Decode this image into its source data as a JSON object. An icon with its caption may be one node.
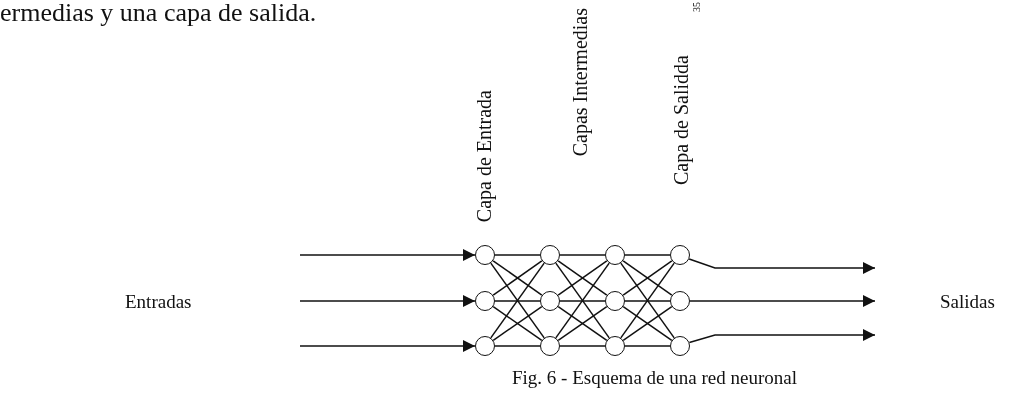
{
  "diagram": {
    "caption": "Fig. 6 - Esquema de una red neuronal",
    "nodes": [
      {
        "text": [],
        "shape": "circle"
      },
      {
        "text": [],
        "shape": "circle"
      },
      {
        "text": [],
        "shape": "circle"
      },
      {
        "text": [],
        "shape": "circle"
      },
      {
        "text": [],
        "shape": "circle"
      },
      {
        "text": [],
        "shape": "circle"
      },
      {
        "text": [],
        "shape": "circle"
      },
      {
        "text": [],
        "shape": "circle"
      },
      {
        "text": [],
        "shape": "circle"
      },
      {
        "text": [],
        "shape": "circle"
      },
      {
        "text": [],
        "shape": "circle"
      },
      {
        "text": [],
        "shape": "circle"
      }
    ],
    "edges": [
      {
        "from": null,
        "to": 0,
        "arrow": "to"
      },
      {
        "from": null,
        "to": 1,
        "arrow": "to"
      },
      {
        "from": null,
        "to": 2,
        "arrow": "to"
      },
      {
        "from": 0,
        "to": 3,
        "arrow": "none"
      },
      {
        "from": 0,
        "to": 4,
        "arrow": "none"
      },
      {
        "from": 0,
        "to": 5,
        "arrow": "none"
      },
      {
        "from": 1,
        "to": 3,
        "arrow": "none"
      },
      {
        "from": 1,
        "to": 4,
        "arrow": "none"
      },
      {
        "from": 1,
        "to": 5,
        "arrow": "none"
      },
      {
        "from": 2,
        "to": 3,
        "arrow": "none"
      },
      {
        "from": 2,
        "to": 4,
        "arrow": "none"
      },
      {
        "from": 2,
        "to": 5,
        "arrow": "none"
      },
      {
        "from": 3,
        "to": 6,
        "arrow": "none"
      },
      {
        "from": 3,
        "to": 7,
        "arrow": "none"
      },
      {
        "from": 3,
        "to": 8,
        "arrow": "none"
      },
      {
        "from": 4,
        "to": 6,
        "arrow": "none"
      },
      {
        "from": 4,
        "to": 7,
        "arrow": "none"
      },
      {
        "from": 4,
        "to": 8,
        "arrow": "none"
      },
      {
        "from": 5,
        "to": 6,
        "arrow": "none"
      },
      {
        "from": 5,
        "to": 7,
        "arrow": "none"
      },
      {
        "from": 5,
        "to": 8,
        "arrow": "none"
      },
      {
        "from": 6,
        "to": 9,
        "arrow": "none"
      },
      {
        "from": 6,
        "to": 10,
        "arrow": "none"
      },
      {
        "from": 6,
        "to": 11,
        "arrow": "none"
      },
      {
        "from": 7,
        "to": 9,
        "arrow": "none"
      },
      {
        "from": 7,
        "to": 10,
        "arrow": "none"
      },
      {
        "from": 7,
        "to": 11,
        "arrow": "none"
      },
      {
        "from": 8,
        "to": 9,
        "arrow": "none"
      },
      {
        "from": 8,
        "to": 10,
        "arrow": "none"
      },
      {
        "from": 8,
        "to": 11,
        "arrow": "none"
      },
      {
        "from": 9,
        "to": null,
        "arrow": "to"
      },
      {
        "from": 10,
        "to": null,
        "arrow": "to"
      },
      {
        "from": 11,
        "to": null,
        "arrow": "to"
      }
    ],
    "labels": [
      "ermedias y una capa de salida.",
      "35",
      "Capa de Entrada",
      "Capas Intermedias",
      "Capa de Salidda",
      "Entradas",
      "Salidas"
    ]
  }
}
